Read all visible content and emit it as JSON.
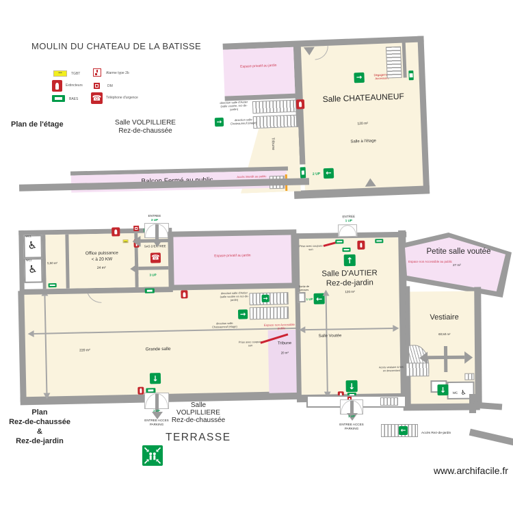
{
  "colors": {
    "exit_green": "#009b4a",
    "safety_red": "#c4262c",
    "room_fill": "#faf3de",
    "private_pink": "#f6e1f4",
    "wall_gray": "#9b9b9b",
    "tgbt_yellow": "#f2ef1d"
  },
  "header": {
    "title": "MOULIN DU CHATEAU DE LA BATISSE"
  },
  "legend": {
    "items": [
      {
        "label": "TGBT"
      },
      {
        "label": "Alarme type 2b"
      },
      {
        "label": "Extincteurs"
      },
      {
        "label": "DM"
      },
      {
        "label": "BAES"
      },
      {
        "label": "Téléphone d'urgence"
      }
    ]
  },
  "upper": {
    "plan_label": "Plan de l'étage",
    "volpilliere_line1": "Salle VOLPILLIERE",
    "volpilliere_line2": "Rez-de-chaussée",
    "espace_privatif": "Espace privatif au jardin",
    "chateauneuf_name": "Salle CHATEAUNEUF",
    "chateauneuf_area": "120 m²",
    "chateauneuf_note": "Salle à l'étage",
    "degagement": "Dégagement Accessoire",
    "dir_autier": "direction salle d'Autier (salle voutée, rez-de-jardin)",
    "dir_chateauneuf": "direction salle Chateauneuf (étage)",
    "tribune": "Tribune",
    "up2": "2 UP",
    "balcon_label": "Balcon Fermé au public",
    "balcon_acces": "Accès interdit au public"
  },
  "lower": {
    "wc1": "WC1",
    "wc2": "WC2",
    "corridor_area": "5,50 m²",
    "office_line1": "Office puissance",
    "office_line2": "< à 20 KW",
    "office_area": "24 m²",
    "sas_entree": "ENTREE",
    "sas_up": "3 UP",
    "sas_name": "SAS D'ENTREE",
    "sas_up2": "3 UP",
    "espace_privatif": "Espace privatif au jardin",
    "autier_entree": "ENTREE",
    "autier_entree_up": "1 UP",
    "prise_son_1": "Prise avec coupure son",
    "autier_name": "Salle D'AUTIER",
    "autier_sub": "Rez-de-jardin",
    "autier_area": "120 m²",
    "sortie_secours": "Sortie de secours",
    "autier_up_left": "1 UP",
    "salle_voutee": "Salle Voutée",
    "acces_vestiaire": "Accès vestiaire & WC en descendant",
    "petite_name": "Petite salle voutée",
    "petite_note": "Espace non Accessible au public",
    "petite_area": "27 m²",
    "vestiaire_name": "Vestiaire",
    "vestiaire_area": "60,50 m²",
    "wc": "WC",
    "grande_name": "Grande salle",
    "grande_area": "220 m²",
    "dir_autier": "direction salle d'Autier (salle voutée en rez-de-jardin)",
    "dir_chateauneuf": "direction salle Chateauneuf (étage)",
    "espace_non_accessible": "Espace non Accessible au public",
    "prise_son_2": "Prise avec coupure son",
    "tribune_name": "Tribune",
    "tribune_area": "20 m²"
  },
  "footer": {
    "plan_line1": "Plan",
    "plan_line2": "Rez-de-chaussée",
    "plan_line3": "&",
    "plan_line4": "Rez-de-jardin",
    "parking1_up": "2 UP",
    "parking1": "ENTREE ACCES PARKING",
    "volp_line1": "Salle",
    "volp_line2": "VOLPILLIERE",
    "volp_line3": "Rez-de-chaussée",
    "terrasse": "TERRASSE",
    "parking2_up": "2 UP",
    "parking2": "ENTREE ACCES PARKING",
    "acces_rdj": "Accès Rez-de-jardin",
    "website": "www.archifacile.fr"
  }
}
